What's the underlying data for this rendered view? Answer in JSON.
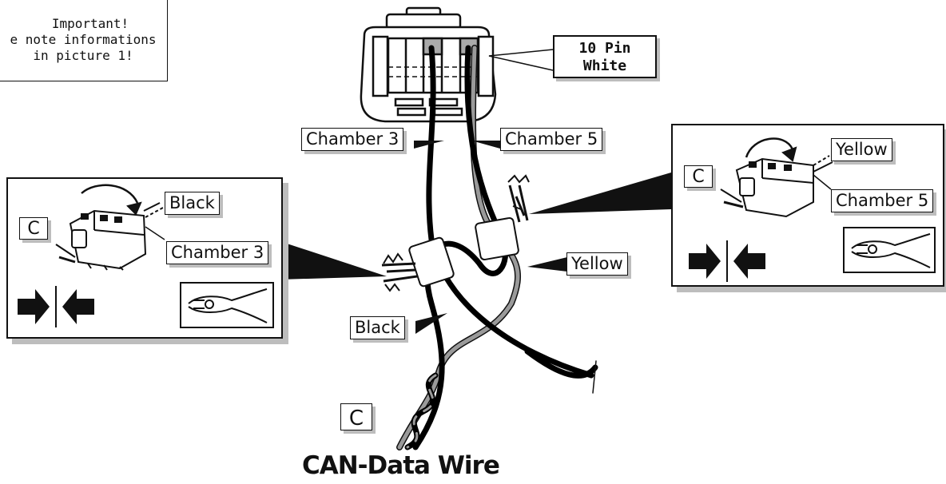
{
  "note": {
    "line1": "Important!",
    "line2": "e note informations",
    "line3": "in picture 1!"
  },
  "connector": {
    "label_line1": "10 Pin",
    "label_line2": "White"
  },
  "labels": {
    "chamber_3": "Chamber 3",
    "chamber_5": "Chamber 5",
    "black": "Black",
    "yellow": "Yellow"
  },
  "left_panel": {
    "connector_letter": "C",
    "wire_color": "Black",
    "chamber": "Chamber 3"
  },
  "right_panel": {
    "connector_letter": "C",
    "wire_color": "Yellow",
    "chamber": "Chamber 5"
  },
  "bottom": {
    "connector_letter": "C",
    "title": "CAN-Data Wire"
  },
  "colors": {
    "line": "#111111",
    "shadow": "#bdbdbd",
    "yellow_wire": "#9a9a9a",
    "wire_black": "#000000"
  }
}
